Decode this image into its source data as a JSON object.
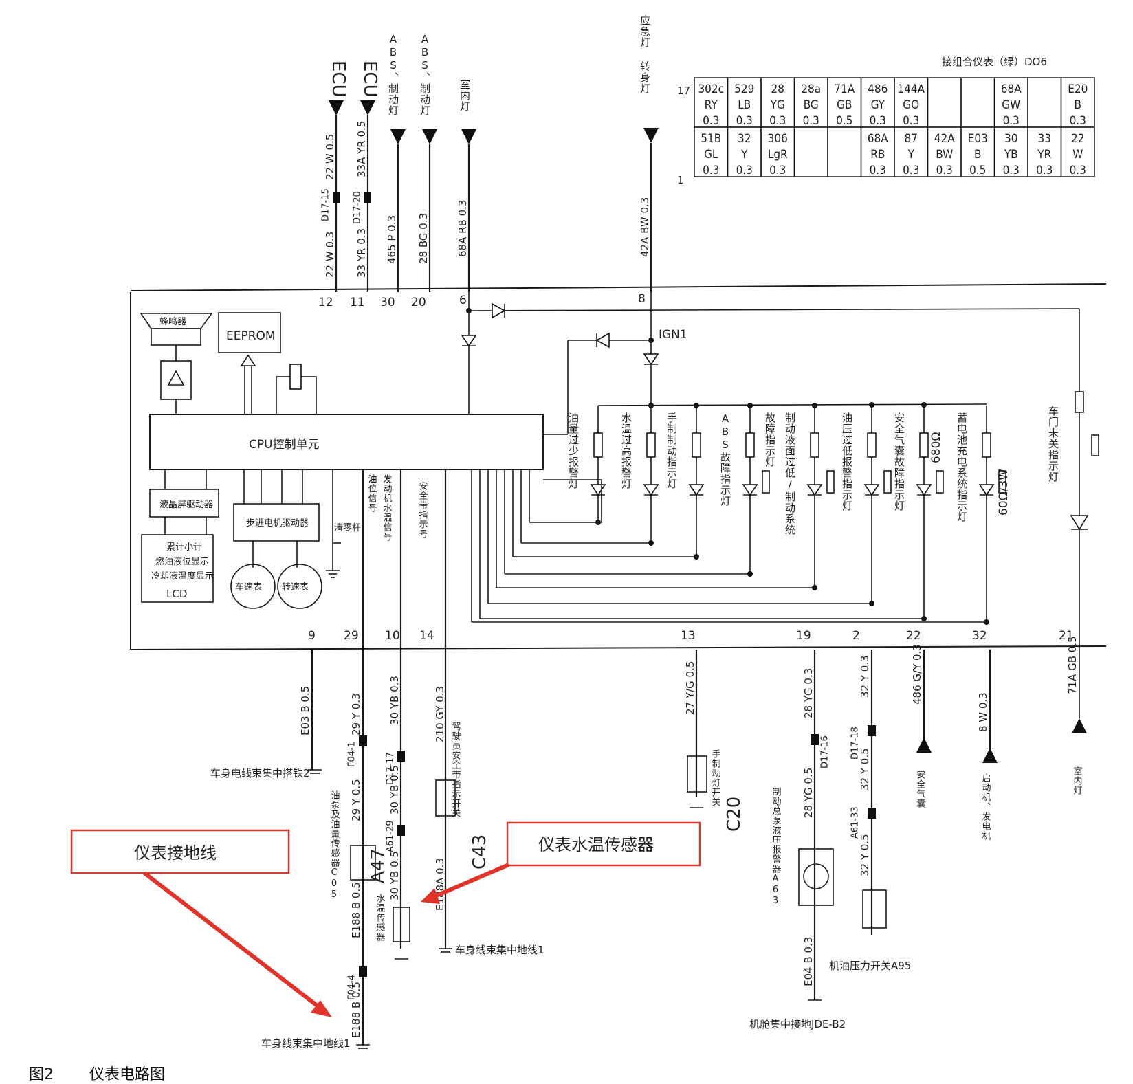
{
  "top_signals": [
    {
      "id": "ecu1",
      "label": "ECU",
      "wire_upper": "22 W 0.5",
      "connector": "D17-15",
      "wire_lower": "22 W 0.3",
      "pin": "12"
    },
    {
      "id": "ecu2",
      "label": "ECU",
      "wire_upper": "33A YR 0.5",
      "connector": "D17-20",
      "wire_lower": "33 YR 0.3",
      "pin": "11"
    },
    {
      "id": "abs1",
      "label": "ABS、制动灯",
      "wire_lower": "465 P 0.3",
      "pin": "30"
    },
    {
      "id": "abs2",
      "label": "ABS、制动灯",
      "wire_lower": "28 BG 0.3",
      "pin": "20"
    },
    {
      "id": "room",
      "label": "室内灯",
      "wire_lower": "68A RB 0.3",
      "pin": "6"
    },
    {
      "id": "turn",
      "label": "应急灯 转身灯",
      "wire_lower": "42A BW 0.3",
      "pin": "8"
    }
  ],
  "connector_table": {
    "title": "接组合仪表（绿）DO6",
    "row_start_top": "17",
    "row_start_bottom": "1",
    "top_row": [
      [
        "302c",
        "RY",
        "0.3"
      ],
      [
        "529",
        "LB",
        "0.3"
      ],
      [
        "28",
        "YG",
        "0.3"
      ],
      [
        "28a",
        "BG",
        "0.3"
      ],
      [
        "71A",
        "GB",
        "0.5"
      ],
      [
        "486",
        "GY",
        "0.3"
      ],
      [
        "144A",
        "GO",
        "0.3"
      ],
      [
        "",
        "",
        ""
      ],
      [
        "",
        "",
        ""
      ],
      [
        "68A",
        "GW",
        "0.3"
      ],
      [
        "",
        "",
        " "
      ],
      [
        "E20",
        "B",
        "0.3"
      ]
    ],
    "bottom_row": [
      [
        "51B",
        "GL",
        "0.3"
      ],
      [
        "32",
        "Y",
        "0.3"
      ],
      [
        "306",
        "LgR",
        "0.3"
      ],
      [
        "",
        "",
        ""
      ],
      [
        "",
        "",
        ""
      ],
      [
        "68A",
        "RB",
        "0.3"
      ],
      [
        "87",
        "Y",
        "0.3"
      ],
      [
        "42A",
        "BW",
        "0.3"
      ],
      [
        "E03",
        "B",
        "0.5"
      ],
      [
        "30",
        "YB",
        "0.3"
      ],
      [
        "33",
        "YR",
        "0.3"
      ],
      [
        "22",
        "W",
        "0.3"
      ]
    ]
  },
  "cluster": {
    "buzzer": "蜂鸣器",
    "eeprom": "EEPROM",
    "cpu": "CPU控制单元",
    "ign": "IGN1",
    "lcd_driver": "液晶屏驱动器",
    "lcd_lines": [
      "累计小计",
      "燃油液位显示",
      "冷却液温度显示",
      "LCD"
    ],
    "stepper": "步进电机驱动器",
    "speedometer": "车速表",
    "tachometer": "转速表",
    "reset": "清零杆",
    "fuel_signal": "油位信号",
    "temp_signal": "发动机水温信号",
    "belt_signal": "安全带指示号"
  },
  "indicators": [
    {
      "label": "油量过少报警灯"
    },
    {
      "label": "水温过高报警灯"
    },
    {
      "label": "手制制动指示灯"
    },
    {
      "label": "ABS故障指示灯"
    },
    {
      "label": "故障指示灯"
    },
    {
      "label": "制动液面过低/制动系统"
    },
    {
      "label": "油压过低报警指示灯"
    },
    {
      "label": "安全气囊故障指示灯"
    },
    {
      "label": "蓄电池充电系统指示灯"
    },
    {
      "label": "车门未关指示灯"
    }
  ],
  "resistors": {
    "r680": "680Ω",
    "r60": "60Ω/3W"
  },
  "bottom_pins": [
    "9",
    "29",
    "10",
    "14",
    "13",
    "19",
    "2",
    "22",
    "32",
    "21"
  ],
  "bottom_wires": {
    "w9": "E03 B 0.5",
    "w29a": "29 Y 0.3",
    "c29a": "F04-1",
    "w29b": "29 Y 0.5",
    "w29c": "E188 B 0.5",
    "c29b": "F04-4",
    "w29d": "E188 B 0.5",
    "w10a": "30 YB 0.3",
    "c10a": "D17-17",
    "w10b": "30 YB 0.5",
    "c10b": "A61-29",
    "w10c": "30 YB 0.5",
    "w10d": "E188A 0.3",
    "w14": "210 GY 0.3",
    "w13": "27 Y/G 0.5",
    "w19a": "28 YG 0.3",
    "c19": "D17-16",
    "w19b": "28 YG 0.5",
    "w19c": "E04 B 0.3",
    "w2a": "32 Y 0.3",
    "c2a": "D17-18",
    "w2b": "32 Y 0.5",
    "c2b": "A61-33",
    "w2c": "32 Y 0.5",
    "w22": "486 G/Y 0.3",
    "w32": "8 W 0.3",
    "w21": "71A GB 0.5"
  },
  "bottom_labels": {
    "ground_body2": "车身电线束集中搭铁2",
    "fuel_sensor": "油泵及油量传感器C05",
    "a47": "A47",
    "temp_sensor": "水温传感器",
    "belt_switch": "驾驶员安全带指示开关",
    "c43": "C43",
    "ground_body1_mid": "车身线束集中地线1",
    "hand_brake": "手制动灯开关",
    "c20": "C20",
    "brake_pump": "制动总泵液压报警器A63",
    "oil_switch": "机油压力开关A95",
    "ground_engine": "机舱集中接地JDE-B2",
    "airbag": "安全气囊",
    "starter": "启动机、发电机",
    "room_light": "室内灯",
    "ground_body1": "车身线束集中地线1"
  },
  "callouts": {
    "ground": "仪表接地线",
    "sensor": "仪表水温传感器"
  },
  "caption": {
    "figure": "图2",
    "title": "仪表电路图"
  },
  "colors": {
    "callout": "#e0332a",
    "line": "#1a1a1a"
  }
}
